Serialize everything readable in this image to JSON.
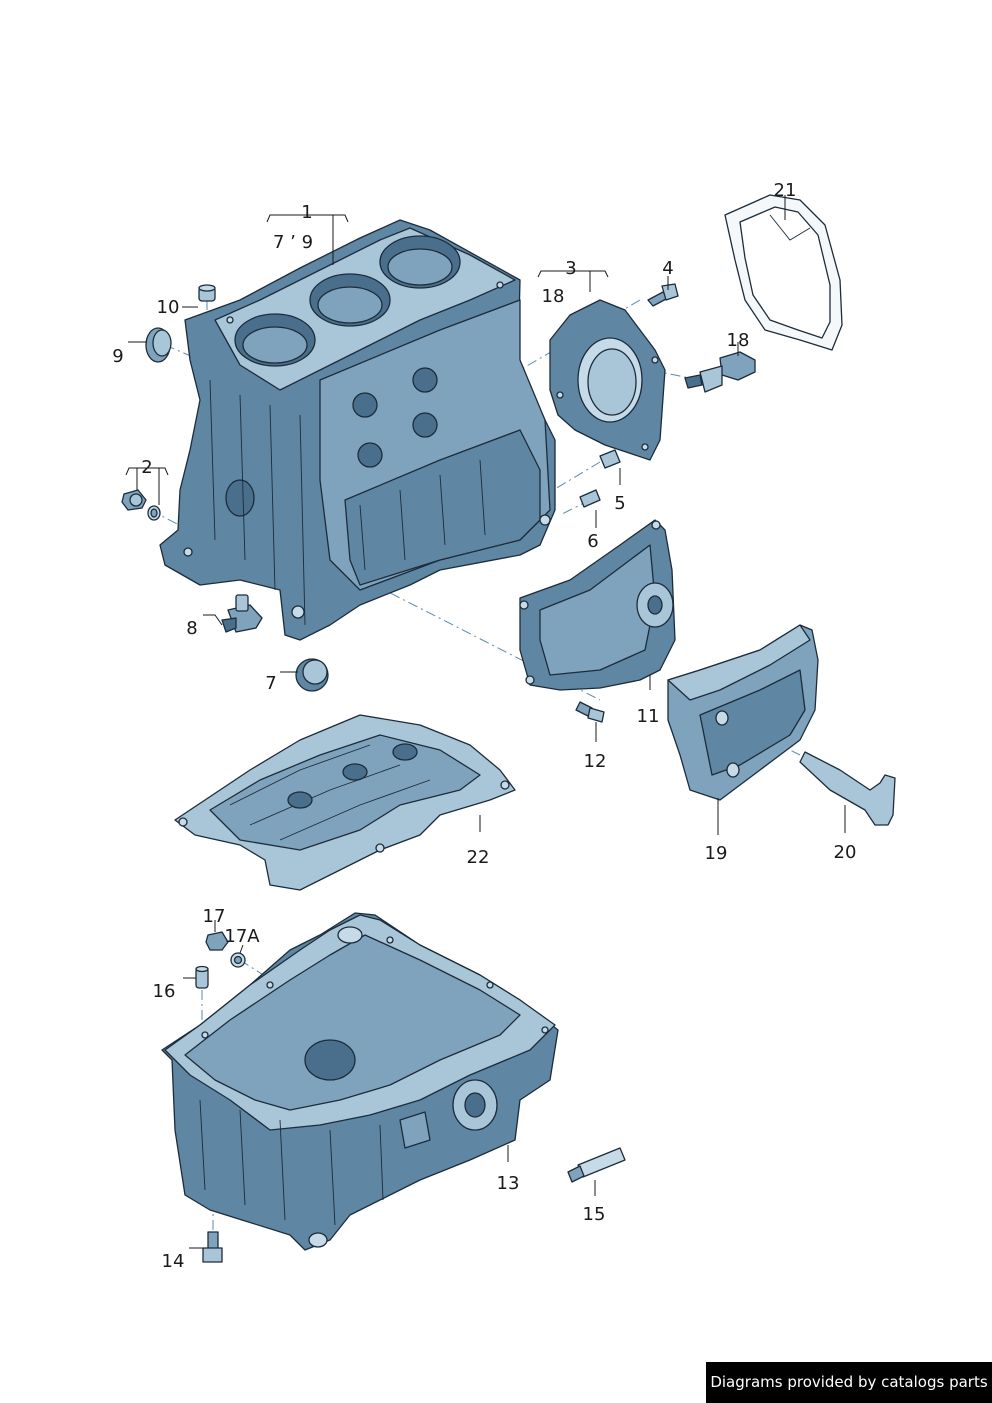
{
  "callouts": {
    "c1": "1",
    "c1_sub": "7 ’ 9",
    "c2": "2",
    "c3": "3",
    "c3_sub": "18",
    "c4": "4",
    "c5": "5",
    "c6": "6",
    "c7": "7",
    "c8": "8",
    "c9": "9",
    "c10": "10",
    "c11": "11",
    "c12": "12",
    "c13": "13",
    "c14": "14",
    "c15": "15",
    "c16": "16",
    "c17": "17",
    "c17a": "17A",
    "c18": "18",
    "c19": "19",
    "c20": "20",
    "c21": "21",
    "c22": "22"
  },
  "footer": {
    "credit": "Diagrams provided by catalogs parts"
  }
}
